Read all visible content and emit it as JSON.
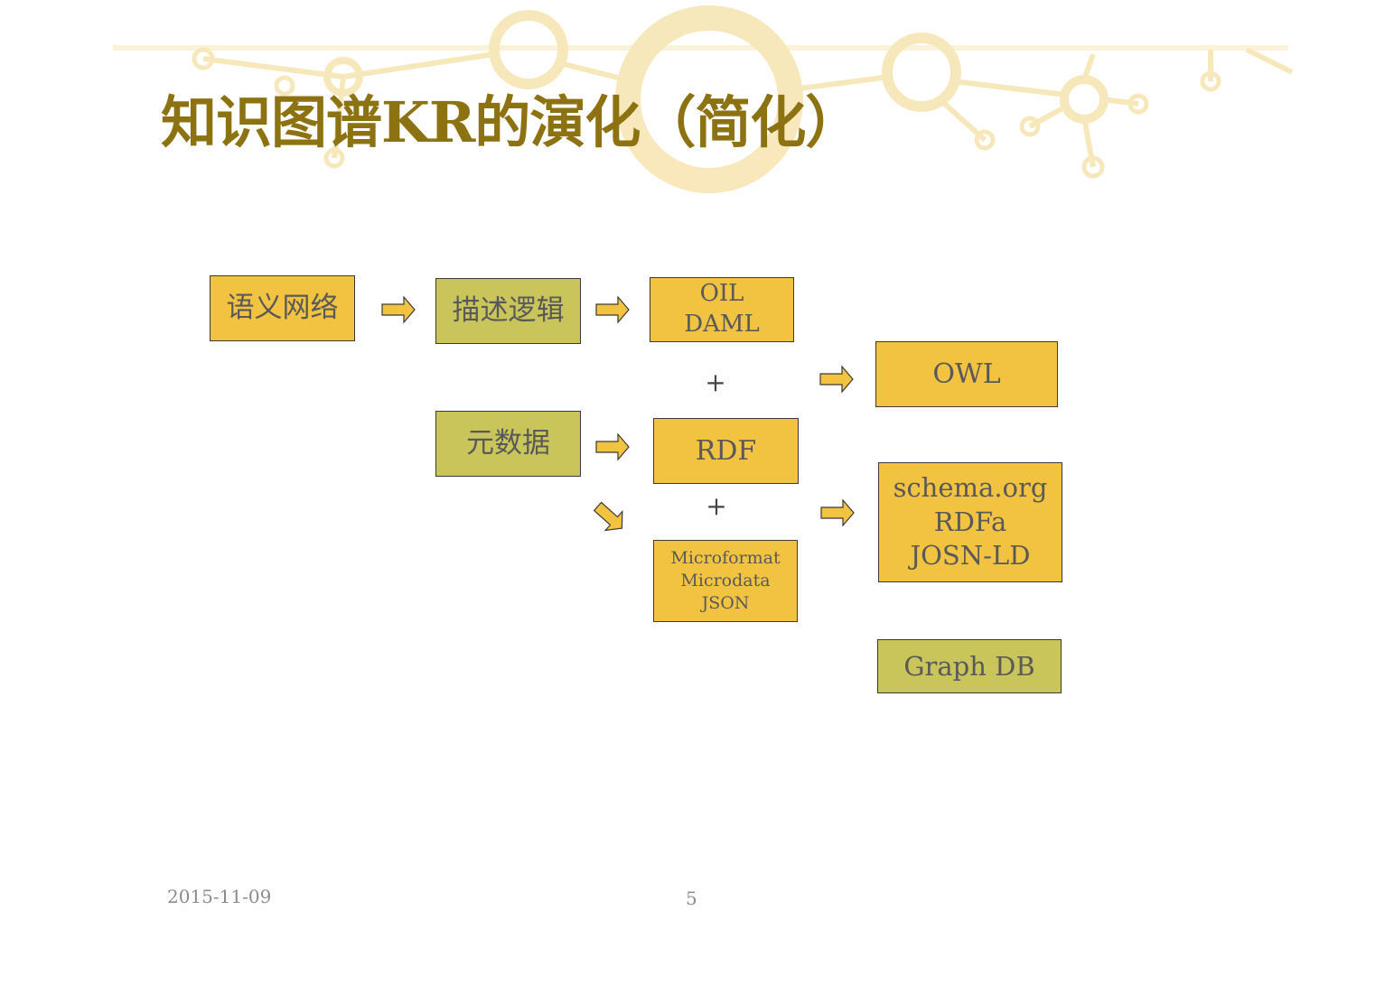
{
  "slide": {
    "title": "知识图谱KR的演化（简化）",
    "date": "2015-11-09",
    "page_number": "5"
  },
  "diagram": {
    "nodes": {
      "semantic_network": {
        "lines": [
          "语义网络"
        ],
        "color": "#f2c341"
      },
      "description_logic": {
        "lines": [
          "描述逻辑"
        ],
        "color": "#c9c55a"
      },
      "oil_daml": {
        "lines": [
          "OIL",
          "DAML"
        ],
        "color": "#f2c341"
      },
      "owl": {
        "lines": [
          "OWL"
        ],
        "color": "#f2c341"
      },
      "metadata": {
        "lines": [
          "元数据"
        ],
        "color": "#c9c55a"
      },
      "rdf": {
        "lines": [
          "RDF"
        ],
        "color": "#f2c341"
      },
      "microformat": {
        "lines": [
          "Microformat",
          "Microdata",
          "JSON"
        ],
        "color": "#f2c341"
      },
      "schema_org": {
        "lines": [
          "schema.org",
          "RDFa",
          "JOSN-LD"
        ],
        "color": "#f2c341"
      },
      "graph_db": {
        "lines": [
          "Graph DB"
        ],
        "color": "#c9c55a"
      }
    },
    "plus_signs": [
      "+",
      "+"
    ],
    "edges": [
      {
        "from": "semantic_network",
        "to": "description_logic"
      },
      {
        "from": "description_logic",
        "to": "oil_daml"
      },
      {
        "from": "oil_daml + rdf",
        "to": "owl"
      },
      {
        "from": "metadata",
        "to": "rdf"
      },
      {
        "from": "metadata",
        "to": "microformat"
      },
      {
        "from": "rdf + microformat",
        "to": "schema_org"
      }
    ]
  },
  "colors": {
    "title": "#8d7212",
    "arrow_fill": "#f2c341",
    "node_text": "#595959",
    "decor": "#f7e6b4"
  }
}
